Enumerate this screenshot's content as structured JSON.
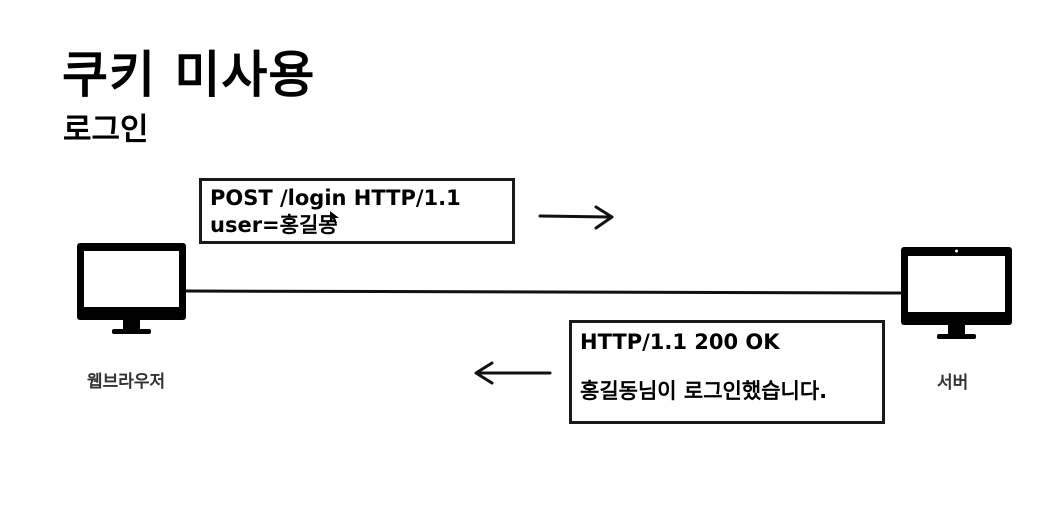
{
  "slide": {
    "title": "쿠키 미사용",
    "subtitle": "로그인"
  },
  "client": {
    "label": "웹브라우저",
    "icon": "monitor-icon"
  },
  "server": {
    "label": "서버",
    "icon": "monitor-icon"
  },
  "request": {
    "line1": "POST /login HTTP/1.1",
    "line2": "user=홍길동"
  },
  "response": {
    "line1": "HTTP/1.1 200 OK",
    "line2": "홍길동님이 로그인했습니다."
  },
  "colors": {
    "ink": "#000000",
    "label": "#333333",
    "background": "#ffffff"
  }
}
